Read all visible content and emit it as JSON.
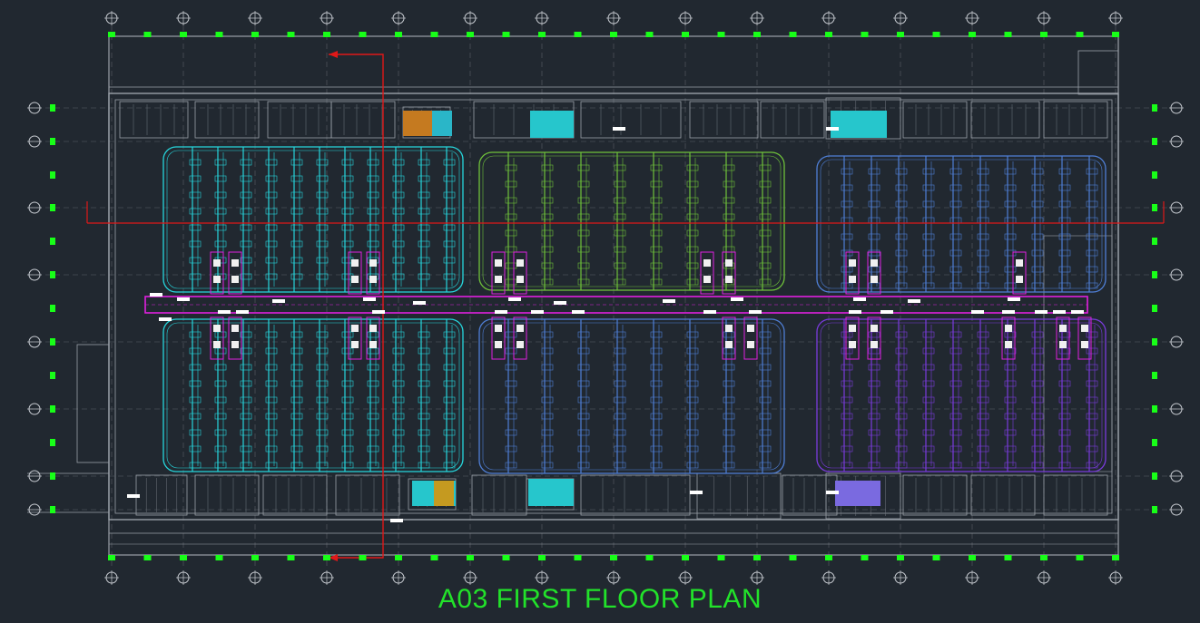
{
  "drawing": {
    "title": "A03 FIRST FLOOR PLAN"
  },
  "colors": {
    "background": "#212830",
    "grid_line": "#5a6068",
    "wall": "#9aa0a8",
    "bubble": "#c8ccd2",
    "column_marker": "#18ff18",
    "duct_cyan": "#26d6dc",
    "duct_green": "#6fc23a",
    "duct_blue": "#4f7fd6",
    "duct_violet": "#7a3bdc",
    "main_duct": "#e020e0",
    "pipe_red": "#e01818",
    "title": "#22e22a",
    "tag": "#ffffff"
  },
  "layers": [
    "grid-bubbles",
    "building-walls",
    "cores",
    "ductwork-zone-cyan",
    "ductwork-zone-green",
    "ductwork-zone-blue",
    "ductwork-zone-violet",
    "main-supply-duct",
    "riser-pipe"
  ]
}
